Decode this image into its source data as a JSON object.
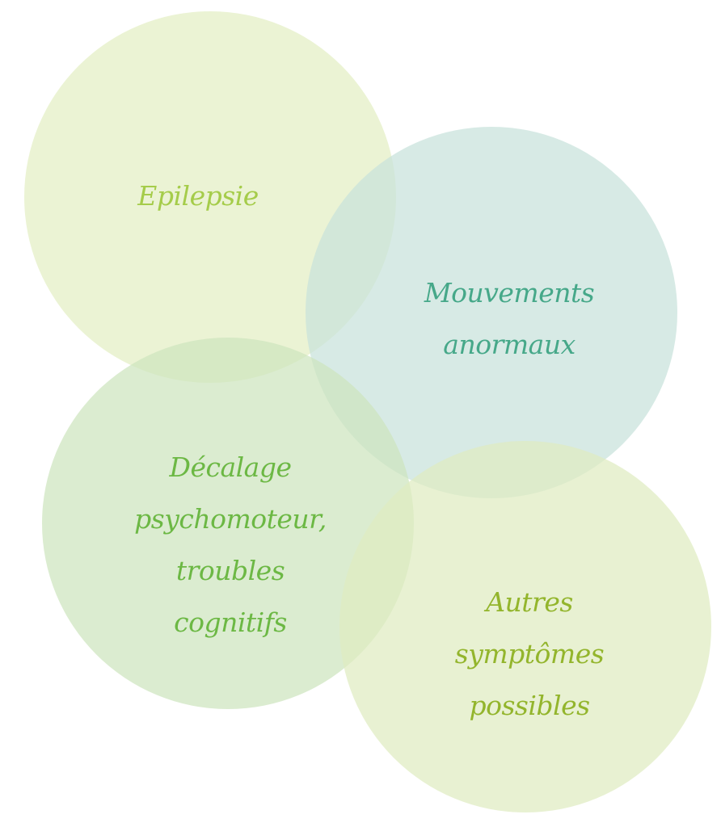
{
  "circles": [
    {
      "id": "epilepsie",
      "lines": [
        "Epilepsie"
      ],
      "fill": "#e3efc4",
      "text_color": "#a5cc4a"
    },
    {
      "id": "mouvements",
      "lines": [
        "Mouvements",
        "anormaux"
      ],
      "fill": "#c8e2db",
      "text_color": "#46a889"
    },
    {
      "id": "decalage",
      "lines": [
        "Décalage",
        "psychomoteur,",
        "troubles",
        "cognitifs"
      ],
      "fill": "#cde5be",
      "text_color": "#6cb844"
    },
    {
      "id": "autres",
      "lines": [
        "Autres",
        "symptômes",
        "possibles"
      ],
      "fill": "#dfecc0",
      "text_color": "#93b52c"
    }
  ]
}
